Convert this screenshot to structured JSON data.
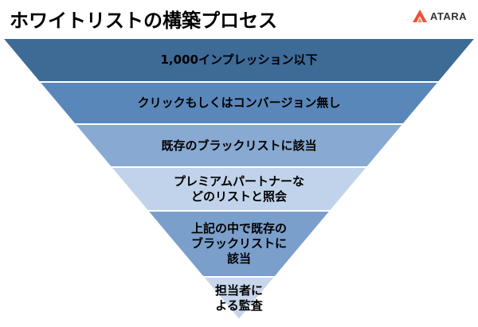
{
  "title": "ホワイトリストの構築プロセス",
  "logo": {
    "text": "ATARA",
    "icon": "atara-logo-icon",
    "color": "#e8533a"
  },
  "funnel": {
    "levels": [
      {
        "label": "1,000インプレッション以下",
        "color": "#3e6a96"
      },
      {
        "label": "クリックもしくはコンバージョン無し",
        "color": "#5a87ba"
      },
      {
        "label": "既存のブラックリストに該当",
        "color": "#88a9d2"
      },
      {
        "label": "プレミアムパートナーな\nどのリストと照会",
        "color": "#c1d3ea"
      },
      {
        "label": "上記の中で既存の\nブラックリストに\n該当",
        "color": "#7b9fcb"
      },
      {
        "label": "担当者に\nよる監査",
        "color": "#c7d6ea"
      }
    ],
    "border_color": "#ffffff"
  }
}
